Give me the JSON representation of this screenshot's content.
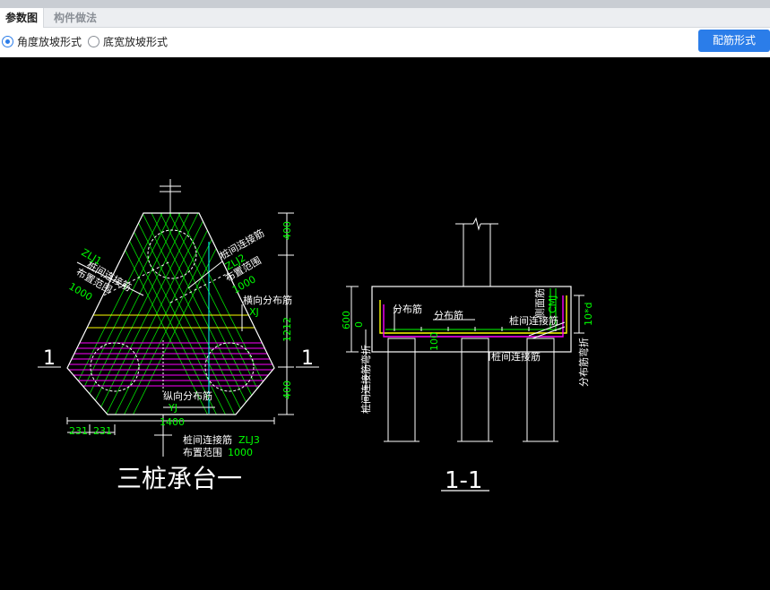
{
  "tabs": [
    {
      "label": "参数图",
      "active": true
    },
    {
      "label": "构件做法",
      "active": false
    }
  ],
  "options": {
    "radio_angle": "角度放坡形式",
    "radio_width": "底宽放坡形式",
    "selected": "角度放坡形式",
    "config_button": "配筋形式"
  },
  "drawing": {
    "plan_title": "三桩承台一",
    "section_title": "1-1",
    "section_mark_left": "1",
    "section_mark_right": "1",
    "plan": {
      "label_left_bar": "桩间连接筋",
      "label_left_code": "ZLJ1",
      "label_left_range": "布置范围",
      "label_left_value": "1000",
      "label_right_bar": "桩间连接筋",
      "label_right_code": "ZLJ2",
      "label_right_range": "布置范围",
      "label_right_value": "1000",
      "label_transverse": "横向分布筋",
      "label_transverse_code": "XJ",
      "label_longitudinal": "纵向分布筋",
      "label_longitudinal_code": "YJ",
      "label_bottom_bar": "桩间连接筋",
      "label_bottom_code": "ZLJ3",
      "label_bottom_range": "布置范围",
      "label_bottom_value": "1000",
      "dim_top": "400",
      "dim_mid": "1212",
      "dim_bot": "400",
      "dim_width": "1400",
      "dim_left1": "231",
      "dim_left2": "231"
    },
    "section": {
      "label_dist1": "分布筋",
      "label_dist2": "分布筋",
      "label_side": "侧面筋",
      "label_side_code": "CMJ",
      "label_link_top": "桩间连接筋",
      "label_link_bottom": "桩间连接筋",
      "label_left_vertical": "桩间连接筋弯折",
      "label_right_vertical": "分布筋弯折",
      "dim_height": "600",
      "dim_zero": "0",
      "dim_100": "100",
      "dim_10d": "10*d"
    }
  },
  "colors": {
    "accent": "#2b7de9",
    "cad_green": "#00ff00",
    "cad_yellow": "#ffff00",
    "cad_magenta": "#ff00ff",
    "cad_cyan": "#00ffff",
    "cad_white": "#ffffff"
  }
}
